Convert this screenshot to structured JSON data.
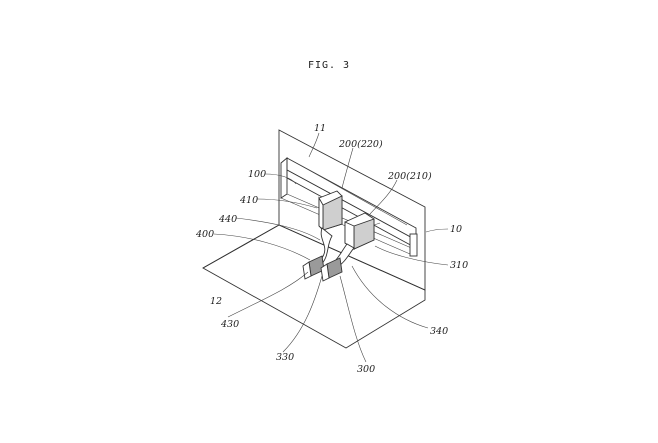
{
  "figure": {
    "title": "FIG. 3",
    "labels": {
      "l11": "11",
      "l200_220": "200(220)",
      "l200_210": "200(210)",
      "l100": "100",
      "l410": "410",
      "l440": "440",
      "l400": "400",
      "l10": "10",
      "l310": "310",
      "l12": "12",
      "l430": "430",
      "l340": "340",
      "l330": "330",
      "l300": "300"
    }
  }
}
